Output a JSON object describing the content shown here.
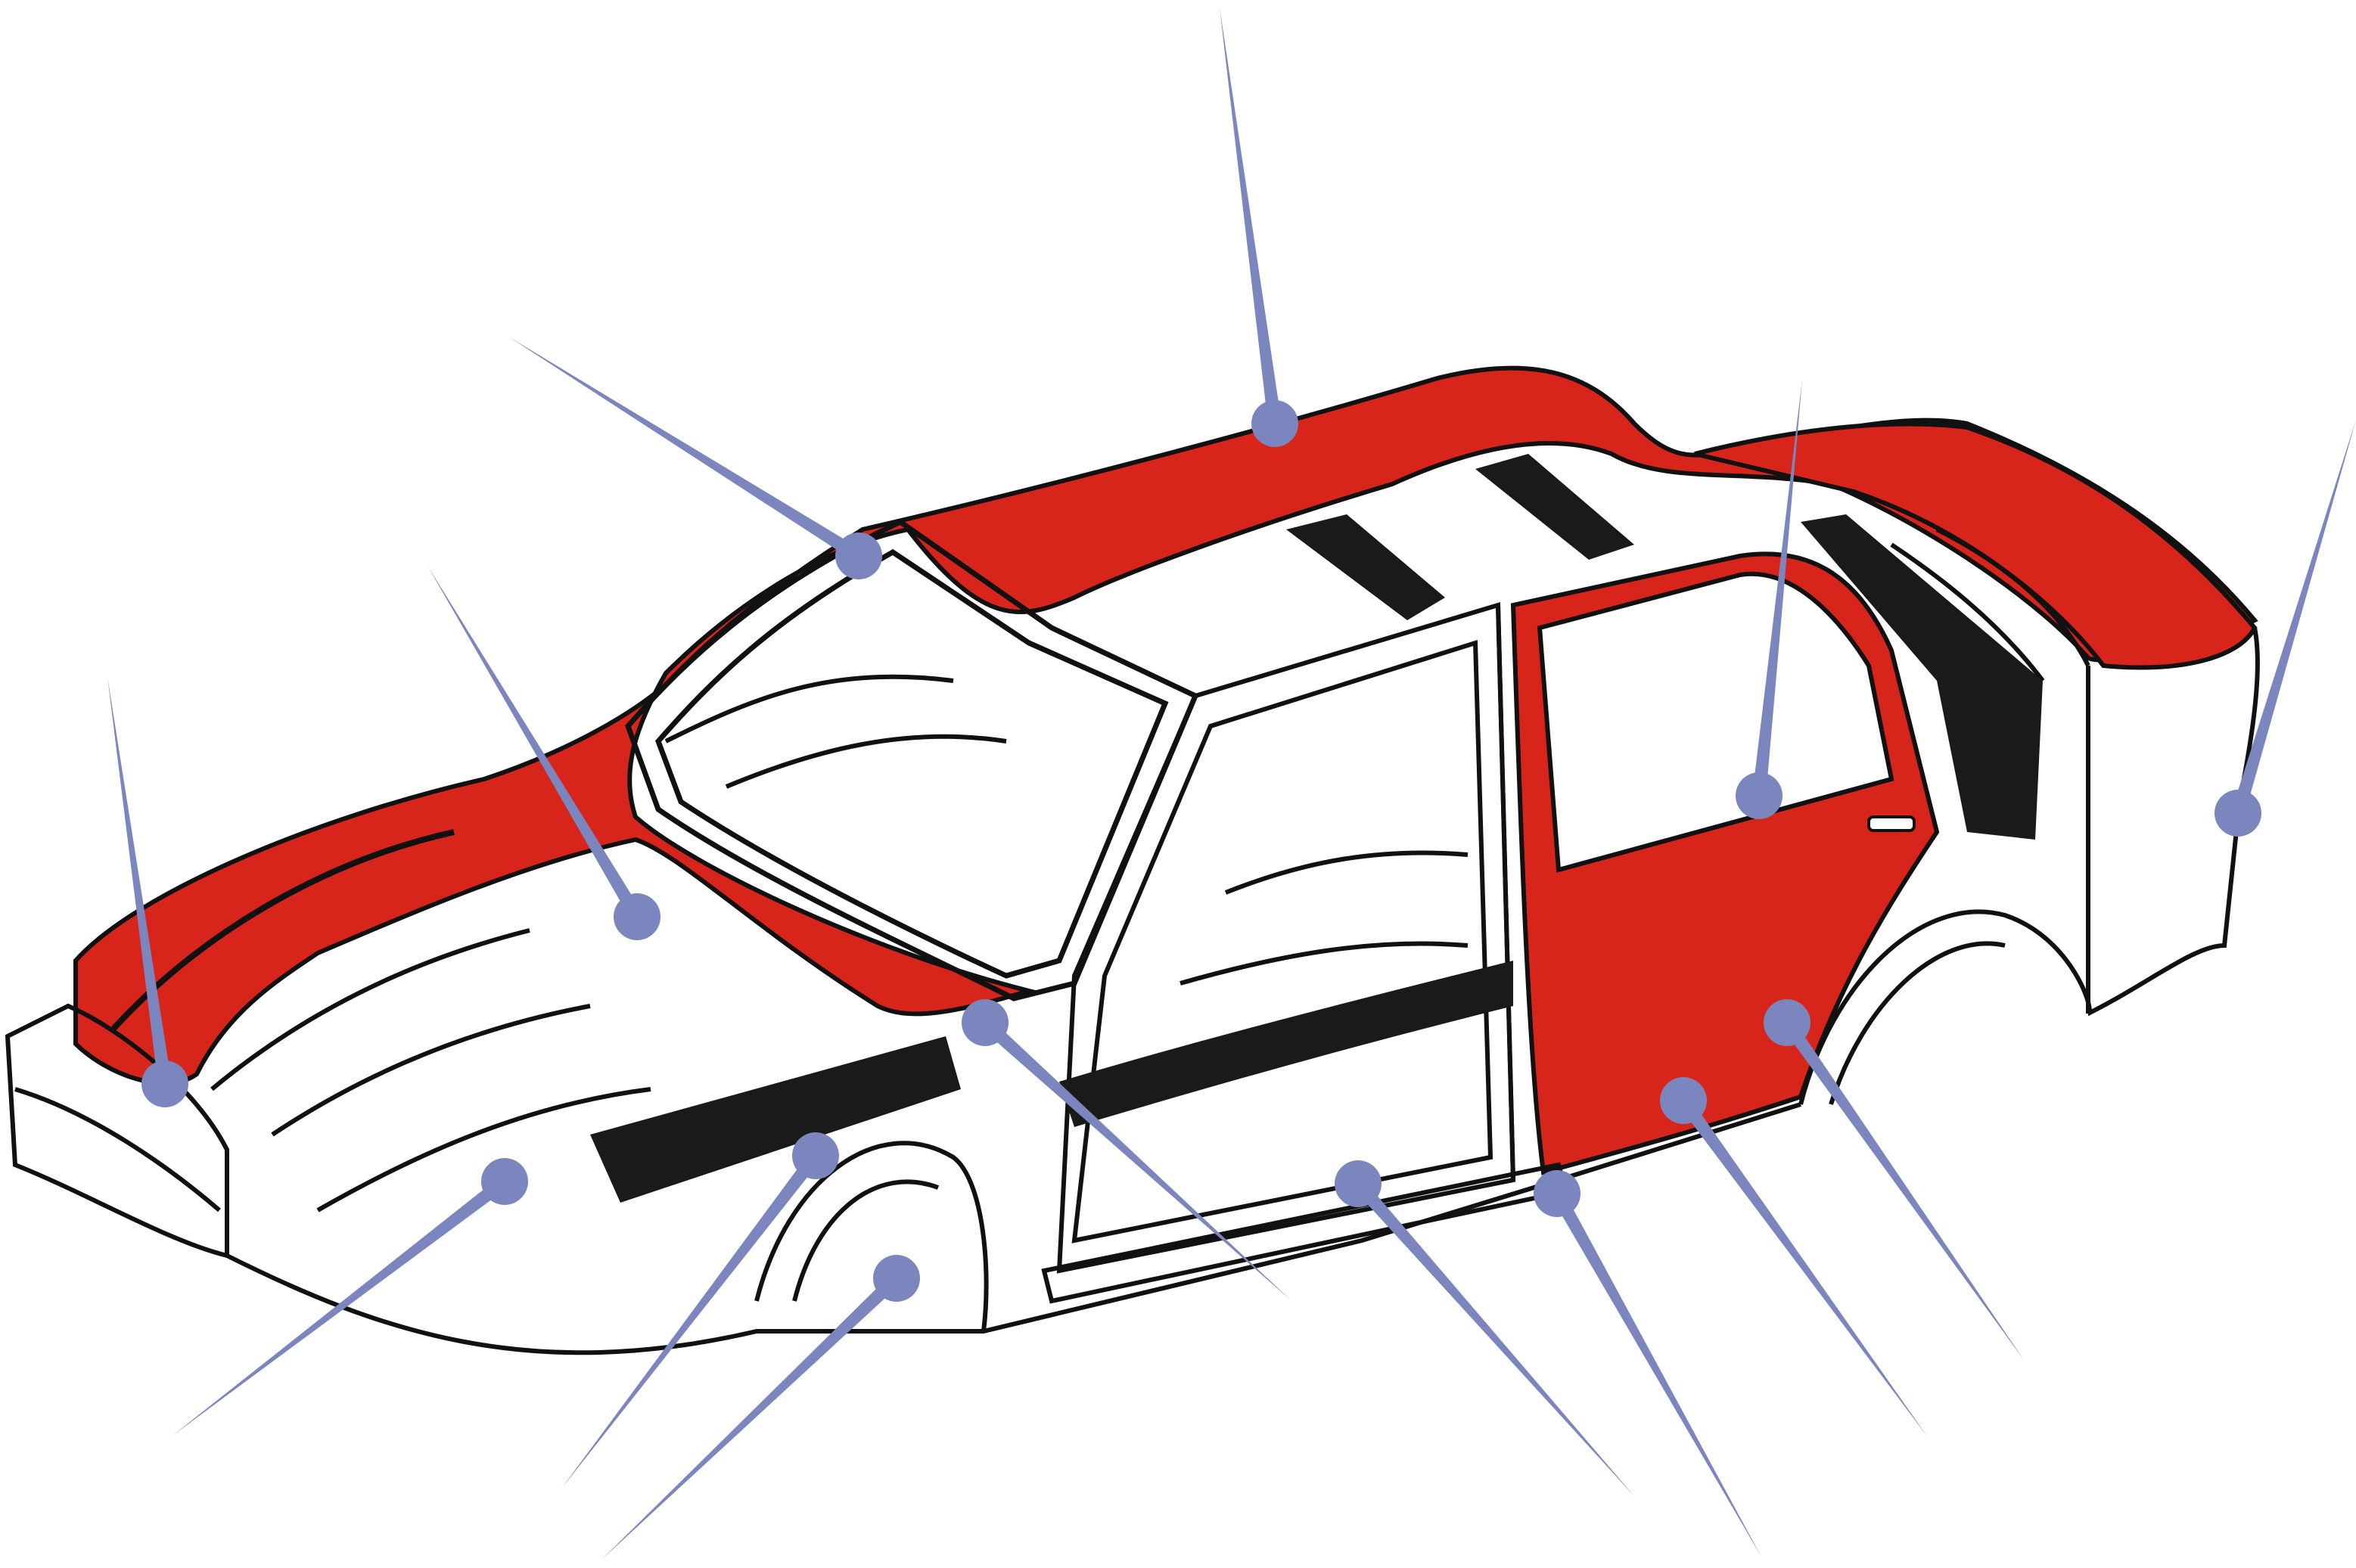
{
  "diagram": {
    "subject": "car-body-in-white",
    "colors": {
      "background": "#ffffff",
      "panel_highlight": "#d8251c",
      "outline": "#111111",
      "structure_dark": "#1a1a1a",
      "callout": "#7a86bd"
    },
    "highlighted_panels": [
      "roof",
      "hood",
      "trunk-lid",
      "rear-door"
    ],
    "callouts": [
      {
        "id": "roof"
      },
      {
        "id": "windshield-frame"
      },
      {
        "id": "cowl-panel"
      },
      {
        "id": "hood"
      },
      {
        "id": "front-bumper-support"
      },
      {
        "id": "front-side-member"
      },
      {
        "id": "front-wheel-arch"
      },
      {
        "id": "a-pillar"
      },
      {
        "id": "rocker-panel"
      },
      {
        "id": "rear-door-sill"
      },
      {
        "id": "rear-door"
      },
      {
        "id": "rear-door-trim-line"
      },
      {
        "id": "c-pillar"
      },
      {
        "id": "trunk-lid"
      }
    ]
  }
}
